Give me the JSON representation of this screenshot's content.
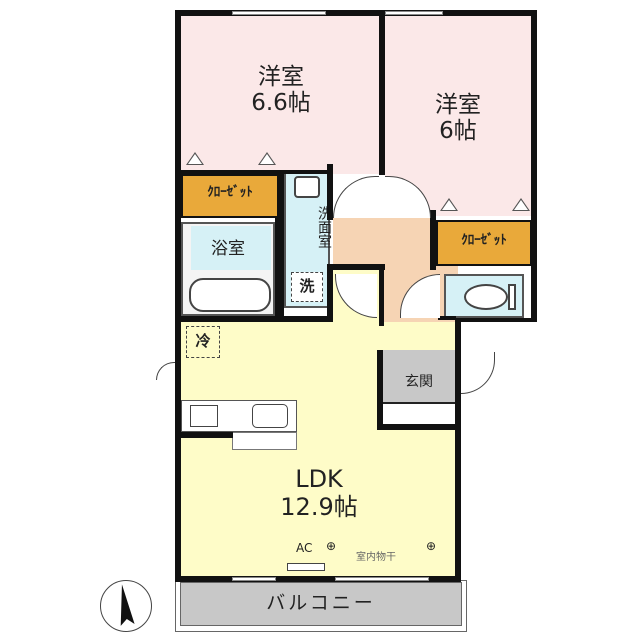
{
  "floorplan": {
    "rooms": {
      "western_room_1": {
        "name": "洋室",
        "size": "6.6帖",
        "color": "#fbe8e8"
      },
      "western_room_2": {
        "name": "洋室",
        "size": "6帖",
        "color": "#fbe8e8"
      },
      "closet_1": {
        "name": "ｸﾛｰｾﾞｯﾄ",
        "color": "#e9a93a"
      },
      "closet_2": {
        "name": "ｸﾛｰｾﾞｯﾄ",
        "color": "#e9a93a"
      },
      "bathroom": {
        "name": "浴室",
        "color": "#d6f1f6"
      },
      "washroom": {
        "name": "洗面室",
        "color": "#d6f1f6"
      },
      "washer": {
        "name": "洗"
      },
      "fridge": {
        "name": "冷"
      },
      "ldk": {
        "name": "LDK",
        "size": "12.9帖",
        "color": "#fefcc8"
      },
      "entrance": {
        "name": "玄関",
        "color": "#c8c8c8"
      },
      "hallway": {
        "color": "#f6d4b4"
      },
      "toilet": {
        "color": "#d6f1f6"
      },
      "balcony": {
        "name": "バルコニー",
        "color": "#c8c8c8"
      }
    },
    "annotations": {
      "ac_label": "AC",
      "indoor_drying": "室内物干",
      "outlet_symbol": "⊕"
    },
    "compass": {
      "direction": "north",
      "rotation_deg": -8
    }
  }
}
